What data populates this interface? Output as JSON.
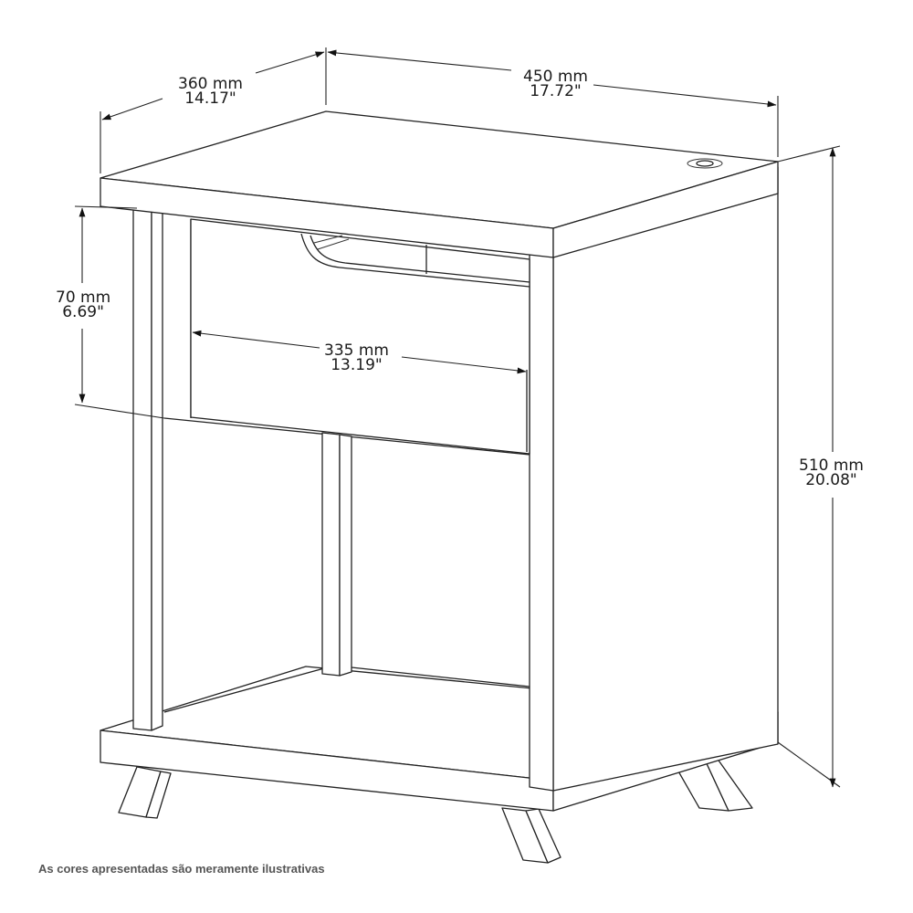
{
  "diagram": {
    "subject": "nightstand-dimension-drawing",
    "colors": {
      "line": "#222222",
      "background": "#ffffff",
      "note_text": "#555555"
    },
    "dimensions": {
      "depth": {
        "metric": "360 mm",
        "imperial": "14.17\""
      },
      "width": {
        "metric": "450 mm",
        "imperial": "17.72\""
      },
      "height": {
        "metric": "510 mm",
        "imperial": "20.08\""
      },
      "drawer_height": {
        "metric": "70 mm",
        "imperial": "6.69\""
      },
      "drawer_width": {
        "metric": "335 mm",
        "imperial": "13.19\""
      }
    },
    "features": [
      "top-grommet",
      "drawer-with-cutout-handle",
      "open-lower-shelf",
      "four-angled-legs"
    ],
    "footnote": "As cores apresentadas são meramente ilustrativas"
  }
}
